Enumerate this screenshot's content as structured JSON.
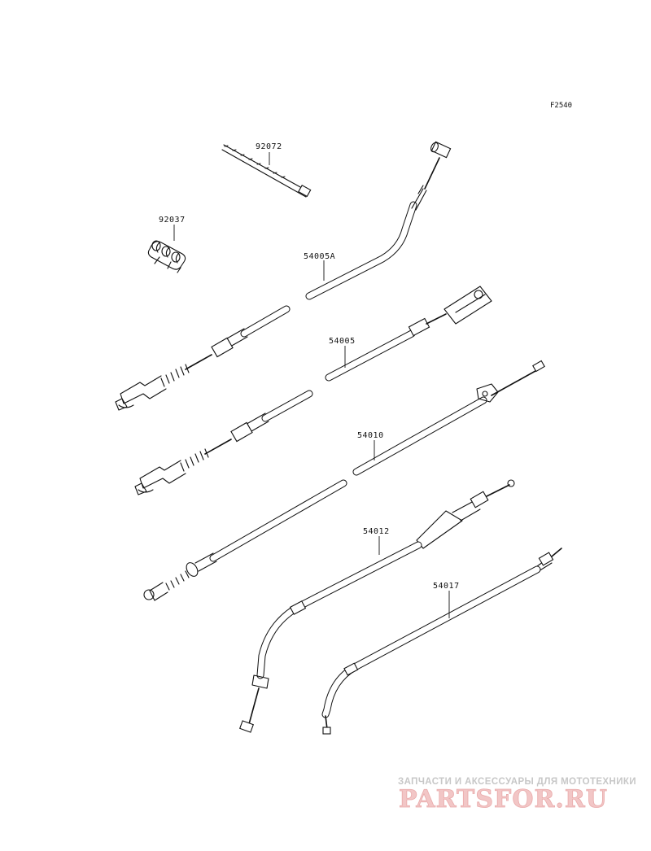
{
  "figure_code": "F2540",
  "part_labels": [
    {
      "id": "tie",
      "text": "92072"
    },
    {
      "id": "clamp",
      "text": "92037"
    },
    {
      "id": "cable-a",
      "text": "54005A"
    },
    {
      "id": "cable-b",
      "text": "54005"
    },
    {
      "id": "cable-c",
      "text": "54010"
    },
    {
      "id": "cable-d",
      "text": "54012"
    },
    {
      "id": "cable-e",
      "text": "54017"
    }
  ],
  "watermark": {
    "tagline": "ЗАПЧАСТИ И АКСЕССУАРЫ ДЛЯ МОТОТЕХНИКИ",
    "brand": "PARTSFOR.RU",
    "color": "#e8a5a5"
  }
}
